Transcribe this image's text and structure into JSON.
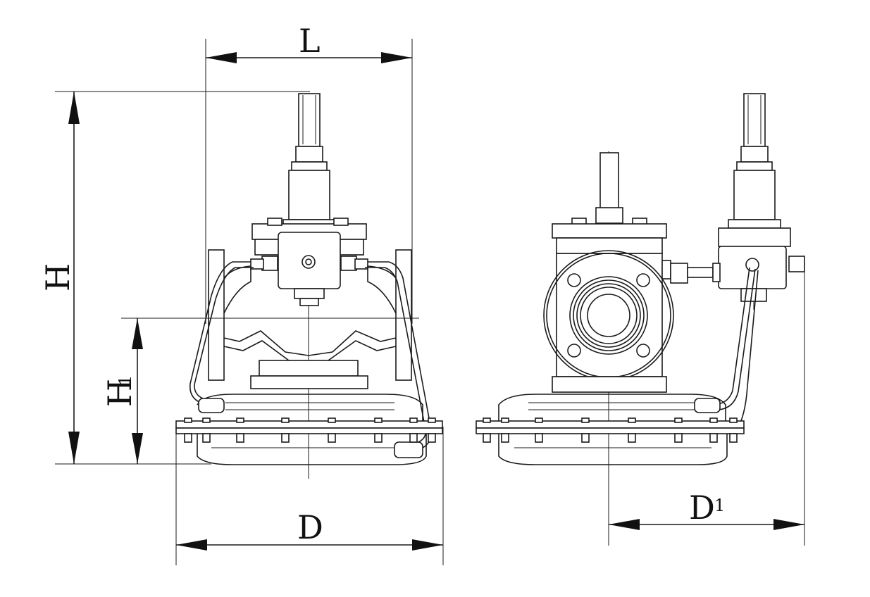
{
  "dimensions": {
    "L": "L",
    "H": "H",
    "H1_main": "H",
    "H1_sub": "1",
    "D": "D",
    "D1_main": "D",
    "D1_sub": "1"
  },
  "colors": {
    "line": "#1a1a1a",
    "background": "#ffffff"
  }
}
